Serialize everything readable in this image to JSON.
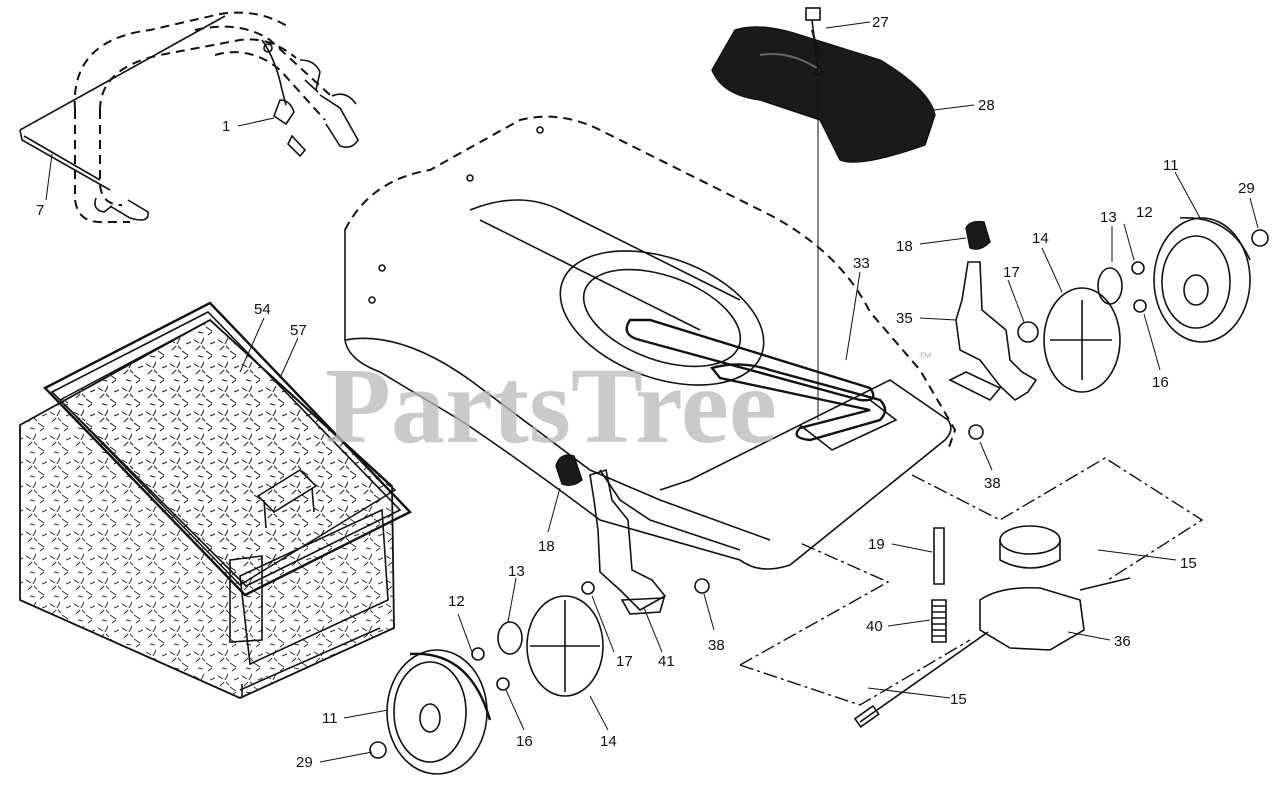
{
  "watermark": {
    "text": "PartsTree",
    "trademark": "™"
  },
  "callouts": {
    "c1": "1",
    "c7": "7",
    "c27": "27",
    "c28": "28",
    "c11_right": "11",
    "c29_right": "29",
    "c13_right": "13",
    "c12_right": "12",
    "c14_right": "14",
    "c18_right": "18",
    "c33": "33",
    "c17_right": "17",
    "c35": "35",
    "c16_right": "16",
    "c38_right": "38",
    "c54": "54",
    "c57": "57",
    "c18_left": "18",
    "c19": "19",
    "c15_top": "15",
    "c13_left": "13",
    "c12_left": "12",
    "c40": "40",
    "c36": "36",
    "c38_left": "38",
    "c17_left": "17",
    "c41": "41",
    "c11_left": "11",
    "c16_left": "16",
    "c14_left": "14",
    "c15_bottom": "15",
    "c29_left": "29"
  },
  "colors": {
    "ink": "#111111",
    "watermark": "#b9b9b9",
    "background": "#ffffff"
  }
}
